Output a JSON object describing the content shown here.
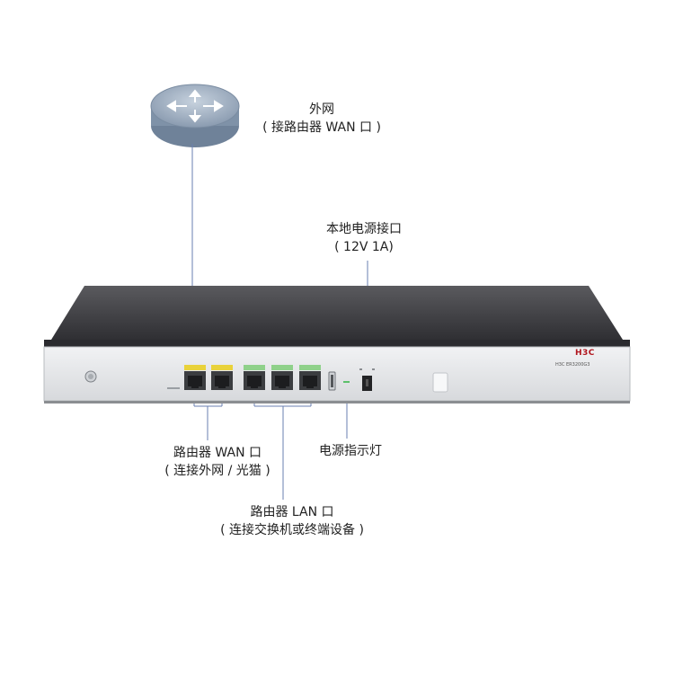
{
  "labels": {
    "internet_line1": "外网",
    "internet_line2": "( 接路由器 WAN 口 )",
    "power_port_line1": "本地电源接口",
    "power_port_line2": "( 12V 1A)",
    "wan_line1": "路由器 WAN 口",
    "wan_line2": "( 连接外网 / 光猫 )",
    "led_line1": "电源指示灯",
    "lan_line1": "路由器 LAN 口",
    "lan_line2": "( 连接交换机或终端设备 )"
  },
  "device": {
    "brand": "H3C",
    "model": "H3C ER3200G3"
  },
  "colors": {
    "chassis_top": "#3f3f42",
    "front_panel": "#e4e6e8",
    "wan_port_tag": "#e9d23a",
    "lan_port_tag": "#8fd18a",
    "line": "#6a7fb0"
  },
  "icons": {
    "internet": "router-cloud-icon",
    "power_button": "power-button-icon"
  }
}
